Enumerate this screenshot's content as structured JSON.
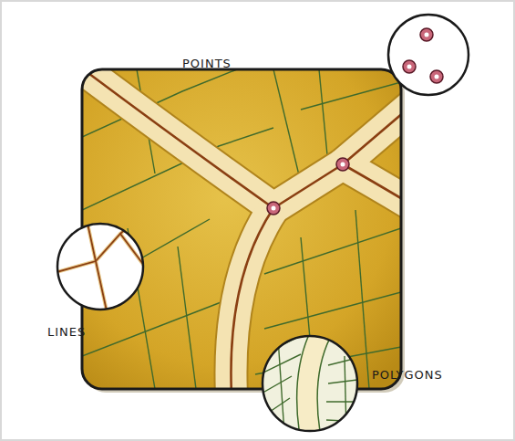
{
  "diagram": {
    "labels": [
      "POINTS",
      "LINES",
      "POLYGONS"
    ]
  }
}
